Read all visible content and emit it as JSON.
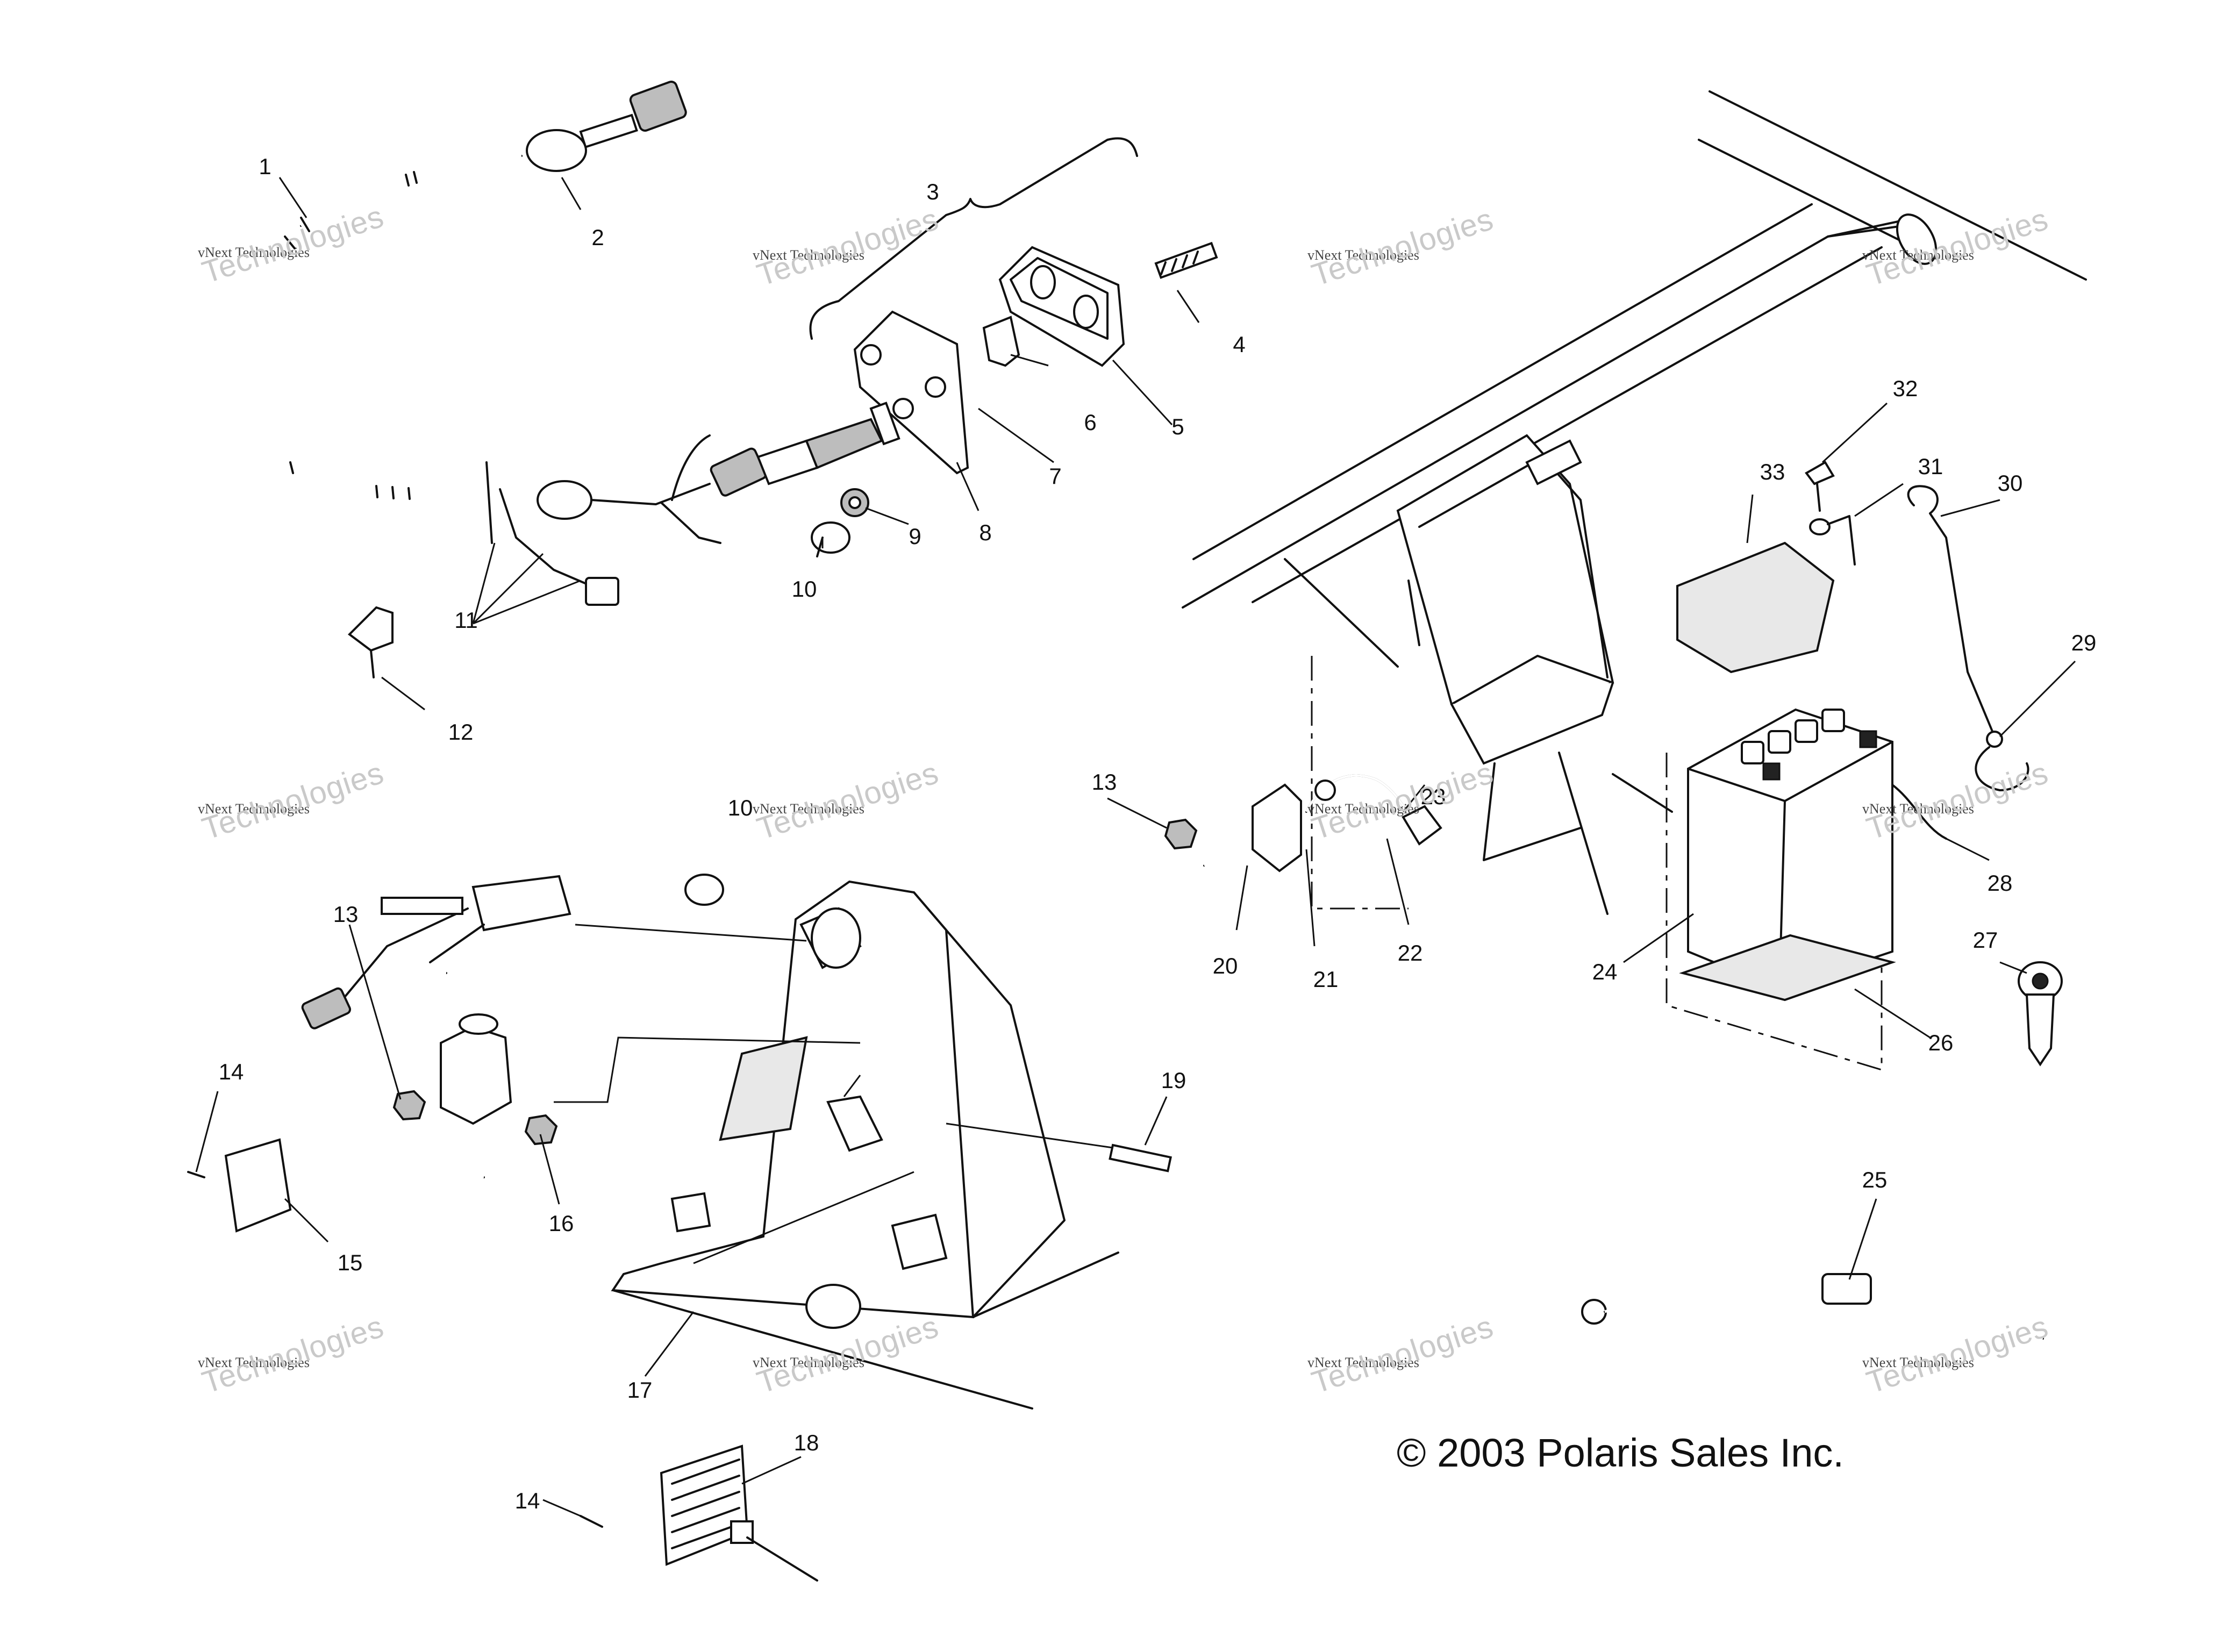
{
  "callouts": [
    {
      "id": "1",
      "label": "1"
    },
    {
      "id": "2",
      "label": "2"
    },
    {
      "id": "3",
      "label": "3"
    },
    {
      "id": "4",
      "label": "4"
    },
    {
      "id": "5",
      "label": "5"
    },
    {
      "id": "6",
      "label": "6"
    },
    {
      "id": "7",
      "label": "7"
    },
    {
      "id": "8",
      "label": "8"
    },
    {
      "id": "9",
      "label": "9"
    },
    {
      "id": "10a",
      "label": "10"
    },
    {
      "id": "11",
      "label": "11"
    },
    {
      "id": "12",
      "label": "12"
    },
    {
      "id": "13a",
      "label": "13"
    },
    {
      "id": "20",
      "label": "20"
    },
    {
      "id": "21",
      "label": "21"
    },
    {
      "id": "22",
      "label": "22"
    },
    {
      "id": "23",
      "label": "23"
    },
    {
      "id": "24",
      "label": "24"
    },
    {
      "id": "26",
      "label": "26"
    },
    {
      "id": "27",
      "label": "27"
    },
    {
      "id": "28",
      "label": "28"
    },
    {
      "id": "29",
      "label": "29"
    },
    {
      "id": "30",
      "label": "30"
    },
    {
      "id": "31",
      "label": "31"
    },
    {
      "id": "32",
      "label": "32"
    },
    {
      "id": "33",
      "label": "33"
    },
    {
      "id": "10b",
      "label": "10"
    },
    {
      "id": "13b",
      "label": "13"
    },
    {
      "id": "14a",
      "label": "14"
    },
    {
      "id": "15",
      "label": "15"
    },
    {
      "id": "16",
      "label": "16"
    },
    {
      "id": "17",
      "label": "17"
    },
    {
      "id": "19",
      "label": "19"
    },
    {
      "id": "18",
      "label": "18"
    },
    {
      "id": "14b",
      "label": "14"
    },
    {
      "id": "25",
      "label": "25"
    }
  ],
  "watermark": {
    "line1": "vNext Technologies",
    "line2": "Technologies",
    "brand": "vNext"
  },
  "copyright": "© 2003 Polaris Sales Inc."
}
